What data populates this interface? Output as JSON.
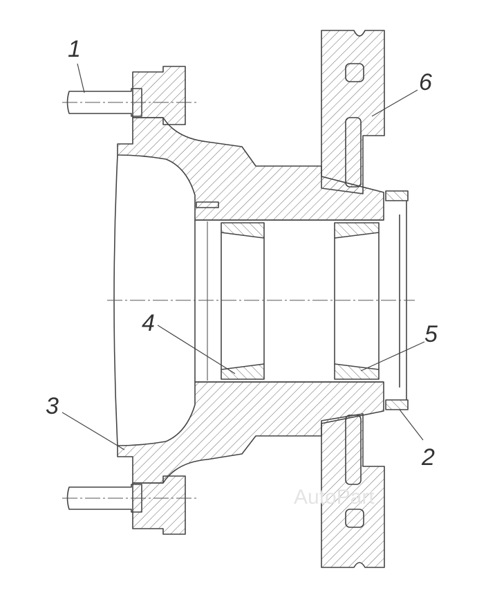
{
  "labels": {
    "l1": "1",
    "l2": "2",
    "l3": "3",
    "l4": "4",
    "l5": "5",
    "l6": "6"
  },
  "watermark": "AutoPart",
  "colors": {
    "line": "#444444",
    "background": "#ffffff",
    "watermark": "#e4e4e4"
  }
}
